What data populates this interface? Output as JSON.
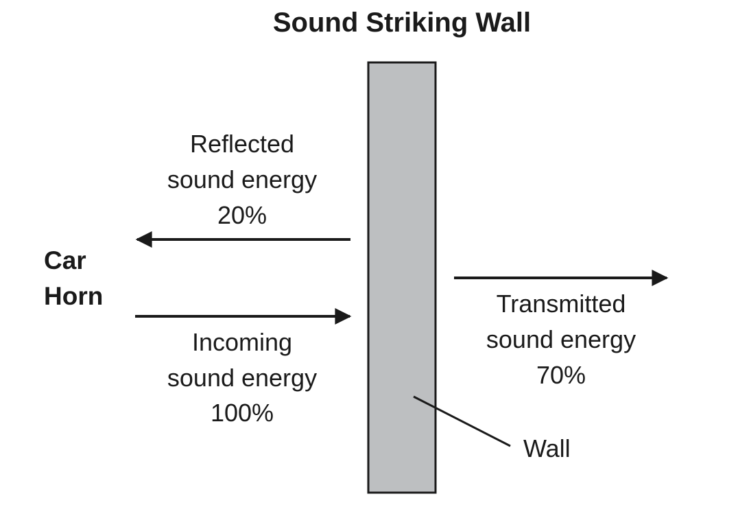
{
  "title": "Sound Striking Wall",
  "source": {
    "line1": "Car",
    "line2": "Horn"
  },
  "reflected": {
    "line1": "Reflected",
    "line2": "sound energy",
    "value": "20%"
  },
  "incoming": {
    "line1": "Incoming",
    "line2": "sound energy",
    "value": "100%"
  },
  "transmitted": {
    "line1": "Transmitted",
    "line2": "sound energy",
    "value": "70%"
  },
  "wall": {
    "label": "Wall"
  },
  "colors": {
    "wall_fill": "#bdbfc1",
    "stroke": "#1a1a1a",
    "text": "#1a1a1a"
  }
}
